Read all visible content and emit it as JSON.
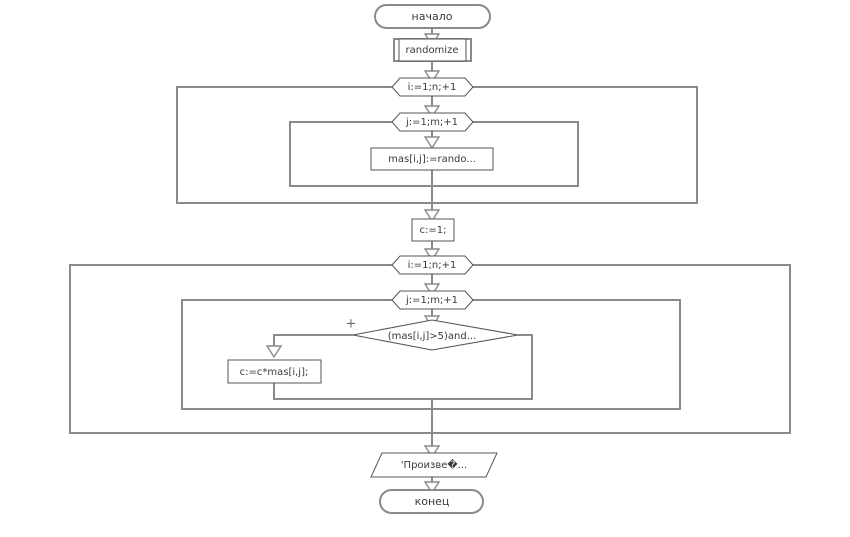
{
  "diagram": {
    "title": "Blok-skhema",
    "language": "ru",
    "colors": {
      "shape_stroke": "#8a8a8a",
      "thin_stroke": "#555555",
      "connector": "#8a8a8a",
      "text": "#3a3a3a",
      "background": "#ffffff"
    },
    "nodes": {
      "start": {
        "label": "начало",
        "shape": "terminator"
      },
      "randomize": {
        "label": "randomize",
        "shape": "predefined-process"
      },
      "loop_i_fill": {
        "label": "i:=1;n;+1",
        "shape": "loop-start"
      },
      "loop_j_fill": {
        "label": "j:=1;m;+1",
        "shape": "loop-start"
      },
      "assign_mas": {
        "label": "mas[i,j]:=rando...",
        "shape": "process"
      },
      "assign_c": {
        "label": "c:=1;",
        "shape": "process"
      },
      "loop_i_calc": {
        "label": "i:=1;n;+1",
        "shape": "loop-start"
      },
      "loop_j_calc": {
        "label": "j:=1;m;+1",
        "shape": "loop-start"
      },
      "condition": {
        "label": "(mas[i,j]>5)and...",
        "shape": "decision"
      },
      "condition_true_label": "+",
      "assign_product": {
        "label": "c:=c*mas[i,j];",
        "shape": "process"
      },
      "output": {
        "label": "'Произве�...",
        "shape": "input-output"
      },
      "end": {
        "label": "конец",
        "shape": "terminator"
      }
    }
  }
}
